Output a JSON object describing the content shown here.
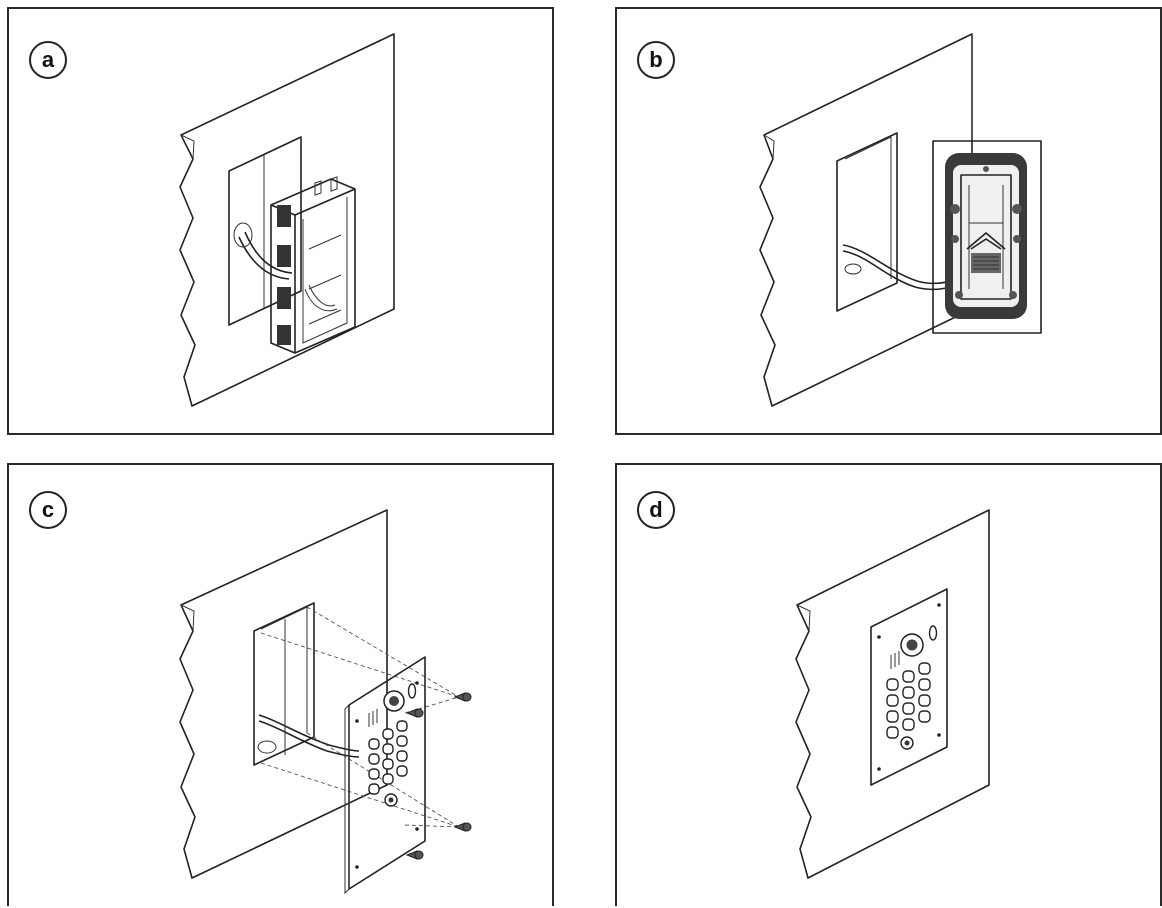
{
  "steps": [
    {
      "label": "a"
    },
    {
      "label": "b"
    },
    {
      "label": "c"
    },
    {
      "label": "d"
    }
  ]
}
